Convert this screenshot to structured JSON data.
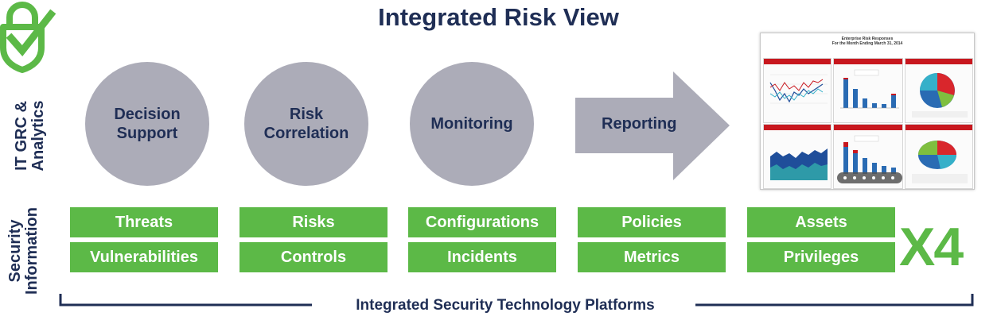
{
  "title": "Integrated Risk View",
  "left_labels": {
    "top": [
      "IT GRC &",
      "Analytics"
    ],
    "bottom": [
      "Security",
      "Information"
    ]
  },
  "circles": [
    [
      "Decision",
      "Support"
    ],
    [
      "Risk",
      "Correlation"
    ],
    [
      "Monitoring"
    ]
  ],
  "arrow_label": "Reporting",
  "report_thumbnail": {
    "title_lines": [
      "Enterprise Risk Responses",
      "For the Month Ending March 31, 2014"
    ]
  },
  "security_columns": [
    {
      "top": "Threats",
      "bottom": "Vulnerabilities"
    },
    {
      "top": "Risks",
      "bottom": "Controls"
    },
    {
      "top": "Configurations",
      "bottom": "Incidents"
    },
    {
      "top": "Policies",
      "bottom": "Metrics"
    },
    {
      "top": "Assets",
      "bottom": "Privileges"
    }
  ],
  "multiplier": "X4",
  "footer": "Integrated Security Technology Platforms",
  "icon": "shield-check-icon",
  "colors": {
    "navy": "#1f2e55",
    "green": "#5cb947",
    "circle_gray": "#acacb8",
    "report_red": "#c8171e"
  }
}
